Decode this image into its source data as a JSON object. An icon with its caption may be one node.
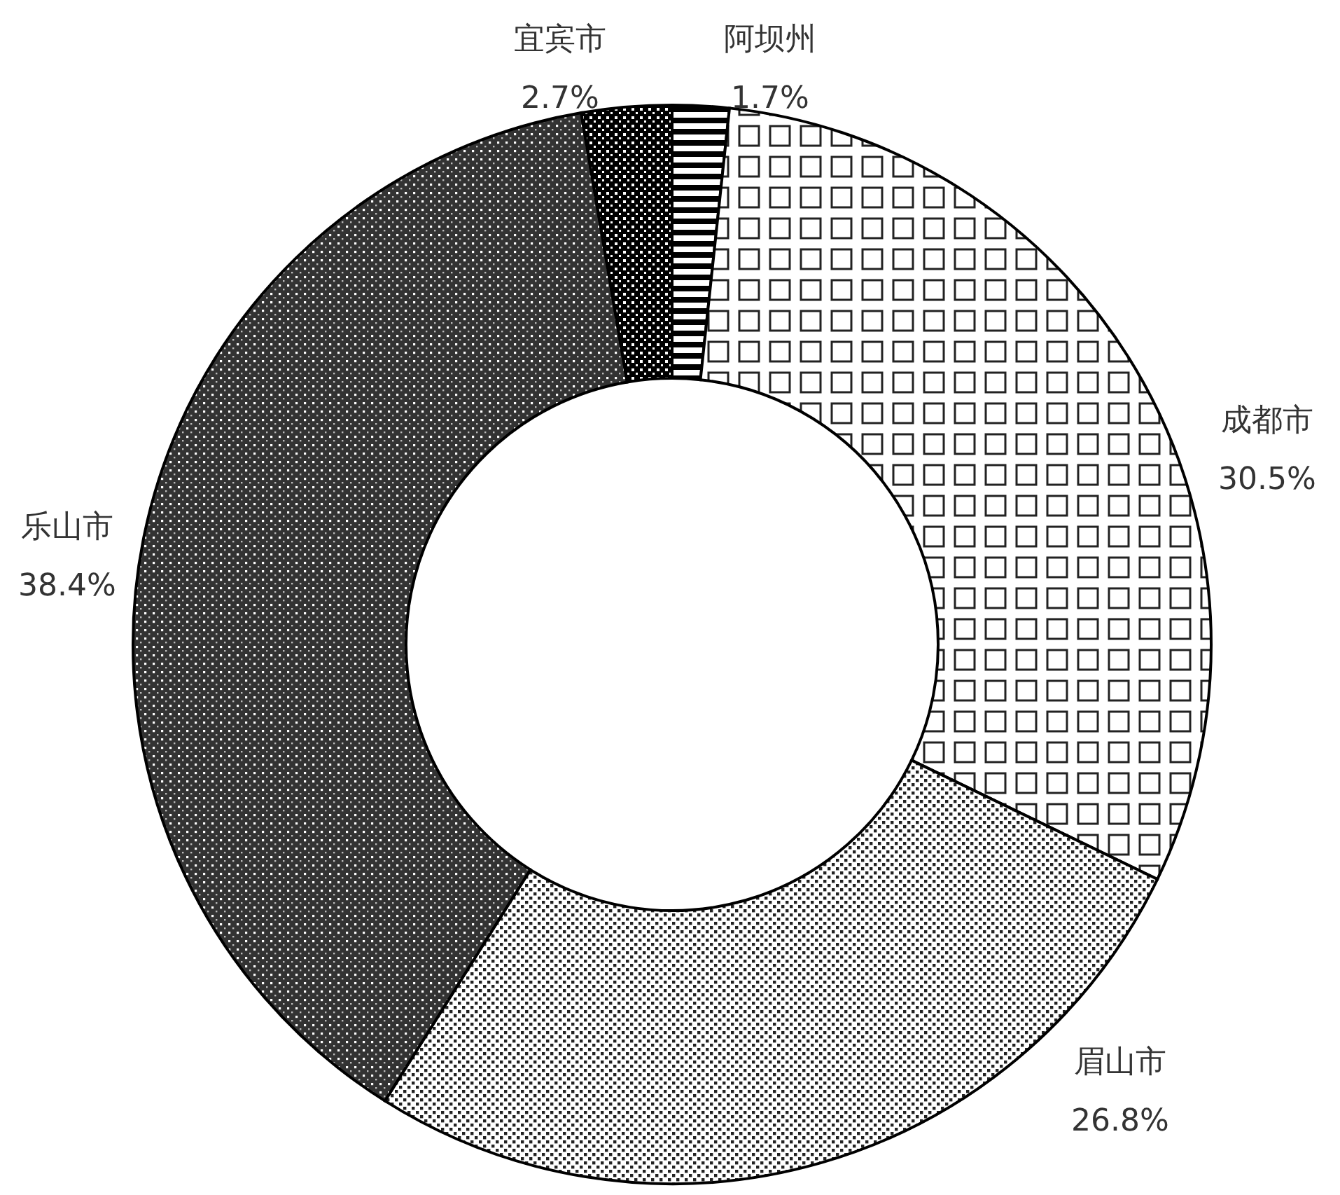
{
  "diagram": {
    "chart_data": {
      "type": "donut",
      "categories": [
        "阿坝州",
        "成都市",
        "眉山市",
        "乐山市",
        "宜宾市"
      ],
      "values": [
        1.7,
        30.5,
        26.8,
        38.4,
        2.7
      ],
      "value_labels": [
        "1.7%",
        "30.5%",
        "26.8%",
        "38.4%",
        "2.7%"
      ]
    }
  }
}
